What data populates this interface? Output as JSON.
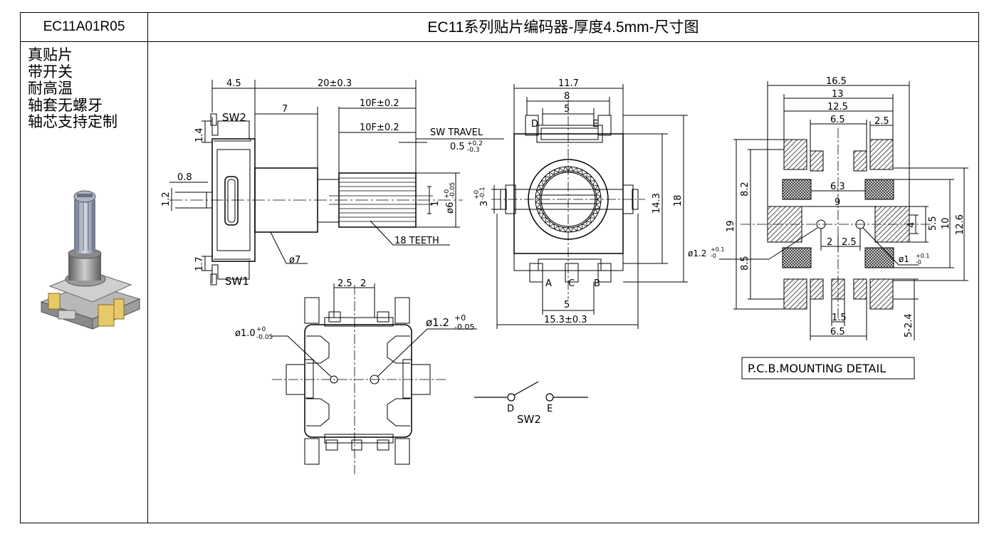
{
  "header": {
    "model": "EC11A01R05",
    "title": "EC11系列贴片编码器-厚度4.5mm-尺寸图"
  },
  "features": [
    "真贴片",
    "带开关",
    "耐高温",
    "轴套无螺牙",
    "轴芯支持定制"
  ],
  "side_view": {
    "dim_4_5": "4.5",
    "dim_20": "20±0.3",
    "dim_7": "7",
    "dim_10f_a": "10F±0.2",
    "dim_10f_b": "10F±0.2",
    "sw_travel": "SW TRAVEL",
    "travel_value": "0.5",
    "travel_tol_up": "+0.2",
    "travel_tol_dn": "-0.3",
    "sw2": "SW2",
    "sw1": "SW1",
    "dim_1_4": "1.4",
    "dim_0_8": "0.8",
    "dim_1_2": "1.2",
    "dim_1": "1",
    "dim_1_7": "1.7",
    "dim_6": "ø6",
    "dim_6_tol_up": "+0",
    "dim_6_tol_dn": "-0.05",
    "dim_phi7": "ø7",
    "teeth": "18 TEETH"
  },
  "front_view": {
    "dim_11_7": "11.7",
    "dim_8": "8",
    "dim_5_top": "5",
    "pin_d": "D",
    "pin_e": "E",
    "dim_3": "3",
    "dim_3_tol_up": "+0",
    "dim_3_tol_dn": "-0.1",
    "dim_14_3": "14.3",
    "dim_18": "18",
    "pin_a": "A",
    "pin_c": "C",
    "pin_b": "B",
    "dim_5_bottom": "5",
    "dim_15_3": "15.3±0.3"
  },
  "bottom_view": {
    "dim_2_5": "2.5",
    "dim_2": "2",
    "hole_1_0": "ø1.0",
    "hole_1_0_tol_up": "+0",
    "hole_1_0_tol_dn": "-0.05",
    "hole_1_2": "ø1.2",
    "hole_1_2_tol_up": "+0",
    "hole_1_2_tol_dn": "-0.05"
  },
  "switch_symbol": {
    "d": "D",
    "e": "E",
    "name": "SW2"
  },
  "pcb": {
    "dim_16_5": "16.5",
    "dim_13": "13",
    "dim_12_5": "12.5",
    "dim_6_5_top": "6.5",
    "dim_2_5_top": "2.5",
    "dim_8_2": "8.2",
    "dim_19": "19",
    "dim_8_5": "8.5",
    "dim_6_3": "6.3",
    "dim_9": "9",
    "dim_4": "4",
    "dim_5_5": "5.5",
    "dim_10": "10",
    "dim_12_6": "12.6",
    "dim_2": "2",
    "dim_2_5": "2.5",
    "hole_l": "ø1.2",
    "hole_l_tol_up": "+0.1",
    "hole_l_tol_dn": "-0",
    "hole_r": "ø1",
    "hole_r_tol_up": "+0.1",
    "hole_r_tol_dn": "-0",
    "dim_1_5": "1.5",
    "dim_6_5_bottom": "6.5",
    "dim_5_2_4": "5-2.4",
    "caption": "P.C.B.MOUNTING DETAIL"
  }
}
